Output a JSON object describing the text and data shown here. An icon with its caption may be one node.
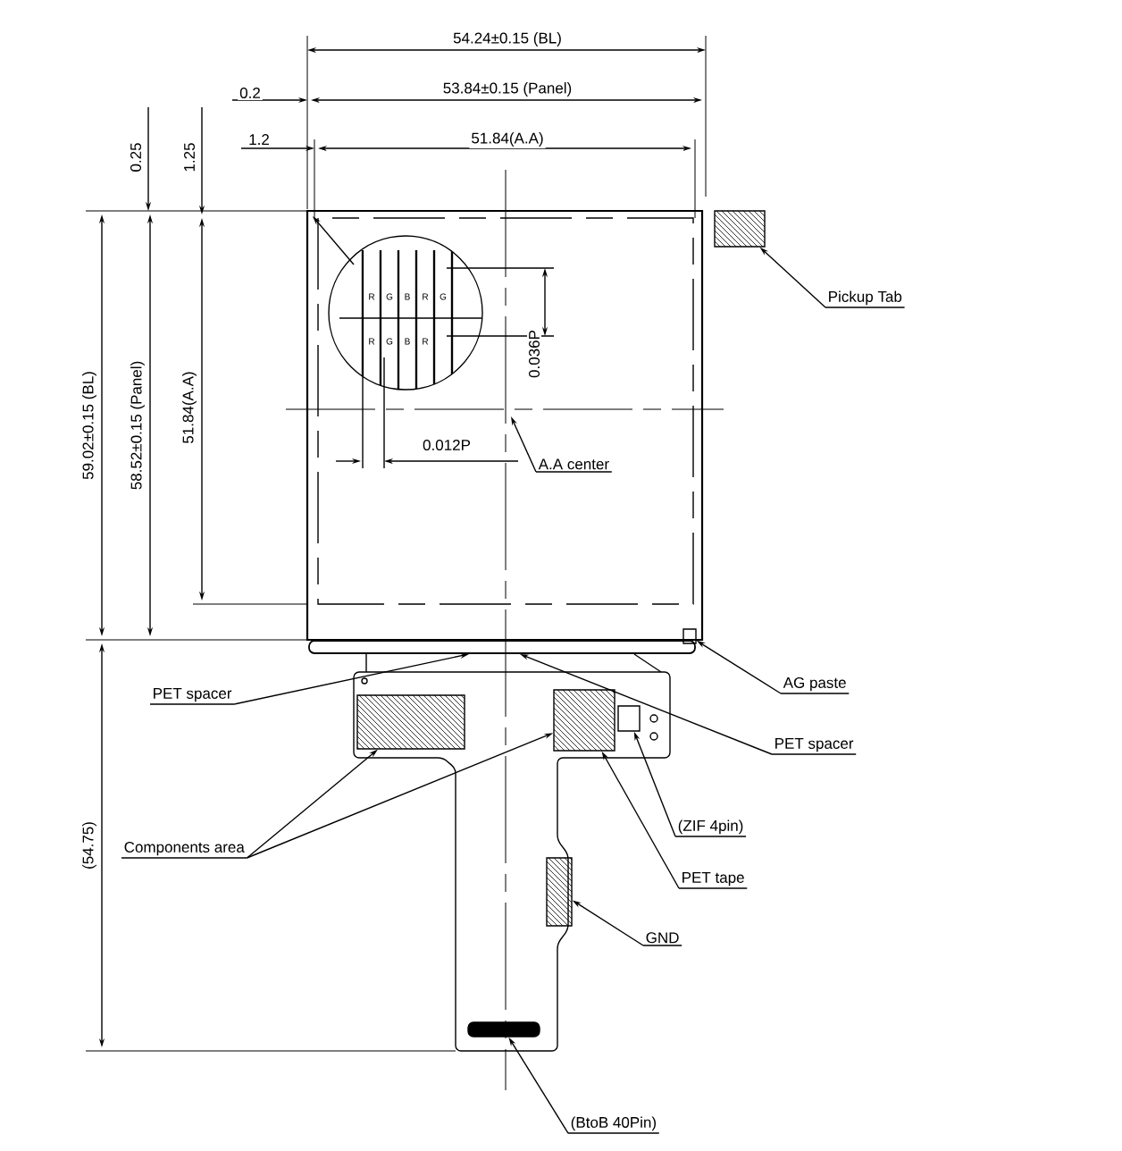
{
  "diagram": {
    "nodes": [
      {
        "text": [
          "Pickup Tab"
        ]
      },
      {
        "text": [],
        "shape": "box"
      },
      {
        "text": [
          "A.A center"
        ]
      },
      {
        "text": [],
        "shape": "box"
      },
      {
        "text": [],
        "shape": "bar"
      },
      {
        "text": [
          "PET spacer"
        ]
      },
      {
        "text": [
          "AG paste"
        ]
      },
      {
        "text": [
          "PET spacer"
        ]
      },
      {
        "text": [],
        "shape": "box"
      },
      {
        "text": [],
        "shape": "box"
      },
      {
        "text": [],
        "shape": "box"
      },
      {
        "text": [
          "Components area"
        ]
      },
      {
        "text": [
          "(ZIF 4pin)"
        ]
      },
      {
        "text": [
          "PET tape"
        ]
      },
      {
        "text": [],
        "shape": "box"
      },
      {
        "text": [
          "GND"
        ]
      },
      {
        "text": [],
        "shape": "bar"
      },
      {
        "text": [
          "(BtoB 40Pin)"
        ]
      }
    ],
    "edges": [
      {
        "from": 0,
        "to": 1,
        "arrow": "to"
      },
      {
        "from": 2,
        "to": null,
        "arrow": "to"
      },
      {
        "from": 5,
        "to": 4,
        "arrow": "to"
      },
      {
        "from": 6,
        "to": 3,
        "arrow": "to"
      },
      {
        "from": 7,
        "to": 4,
        "arrow": "to"
      },
      {
        "from": 11,
        "to": 8,
        "arrow": "to"
      },
      {
        "from": 11,
        "to": 9,
        "arrow": "to"
      },
      {
        "from": 12,
        "to": 10,
        "arrow": "to"
      },
      {
        "from": 13,
        "to": 9,
        "arrow": "to"
      },
      {
        "from": 15,
        "to": 14,
        "arrow": "to"
      },
      {
        "from": 17,
        "to": 16,
        "arrow": "to"
      }
    ],
    "labels": [
      "54.24±0.15 (BL)",
      "0.2",
      "53.84±0.15 (Panel)",
      "1.2",
      "51.84(A.A)",
      "0.25",
      "1.25",
      "59.02±0.15 (BL)",
      "58.52±0.15 (Panel)",
      "51.84(A.A)",
      "R",
      "G",
      "B",
      "R",
      "G",
      "R",
      "G",
      "B",
      "R",
      "0.036P",
      "0.012P",
      "(54.75)"
    ]
  }
}
